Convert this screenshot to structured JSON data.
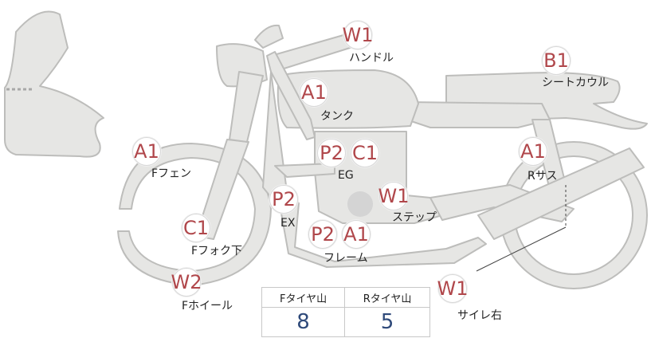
{
  "colors": {
    "bike_fill": "#e6e6e4",
    "bike_stroke": "#bdbdbb",
    "grade_text": "#b0474b",
    "value_text": "#2f4a7a"
  },
  "parts": [
    {
      "id": "handle",
      "grade": "W1",
      "label": "ハンドル"
    },
    {
      "id": "seatcowl",
      "grade": "B1",
      "label": "シートカウル"
    },
    {
      "id": "tank",
      "grade": "A1",
      "label": "タンク"
    },
    {
      "id": "ffender",
      "grade": "A1",
      "label": "Fフェン"
    },
    {
      "id": "eg",
      "grades": [
        "P2",
        "C1"
      ],
      "label": "EG"
    },
    {
      "id": "rsus",
      "grade": "A1",
      "label": "Rサス"
    },
    {
      "id": "ex",
      "grade": "P2",
      "label": "EX"
    },
    {
      "id": "step",
      "grade": "W1",
      "label": "ステップ"
    },
    {
      "id": "ffork",
      "grade": "C1",
      "label": "Fフォク下"
    },
    {
      "id": "frame",
      "grades": [
        "P2",
        "A1"
      ],
      "label": "フレーム"
    },
    {
      "id": "fwheel",
      "grade": "W2",
      "label": "Fホイール"
    },
    {
      "id": "silencer",
      "grade": "W1",
      "label": "サイレ右"
    }
  ],
  "tread": {
    "headers": [
      "Fタイヤ山",
      "Rタイヤ山"
    ],
    "values": [
      "8",
      "5"
    ]
  }
}
